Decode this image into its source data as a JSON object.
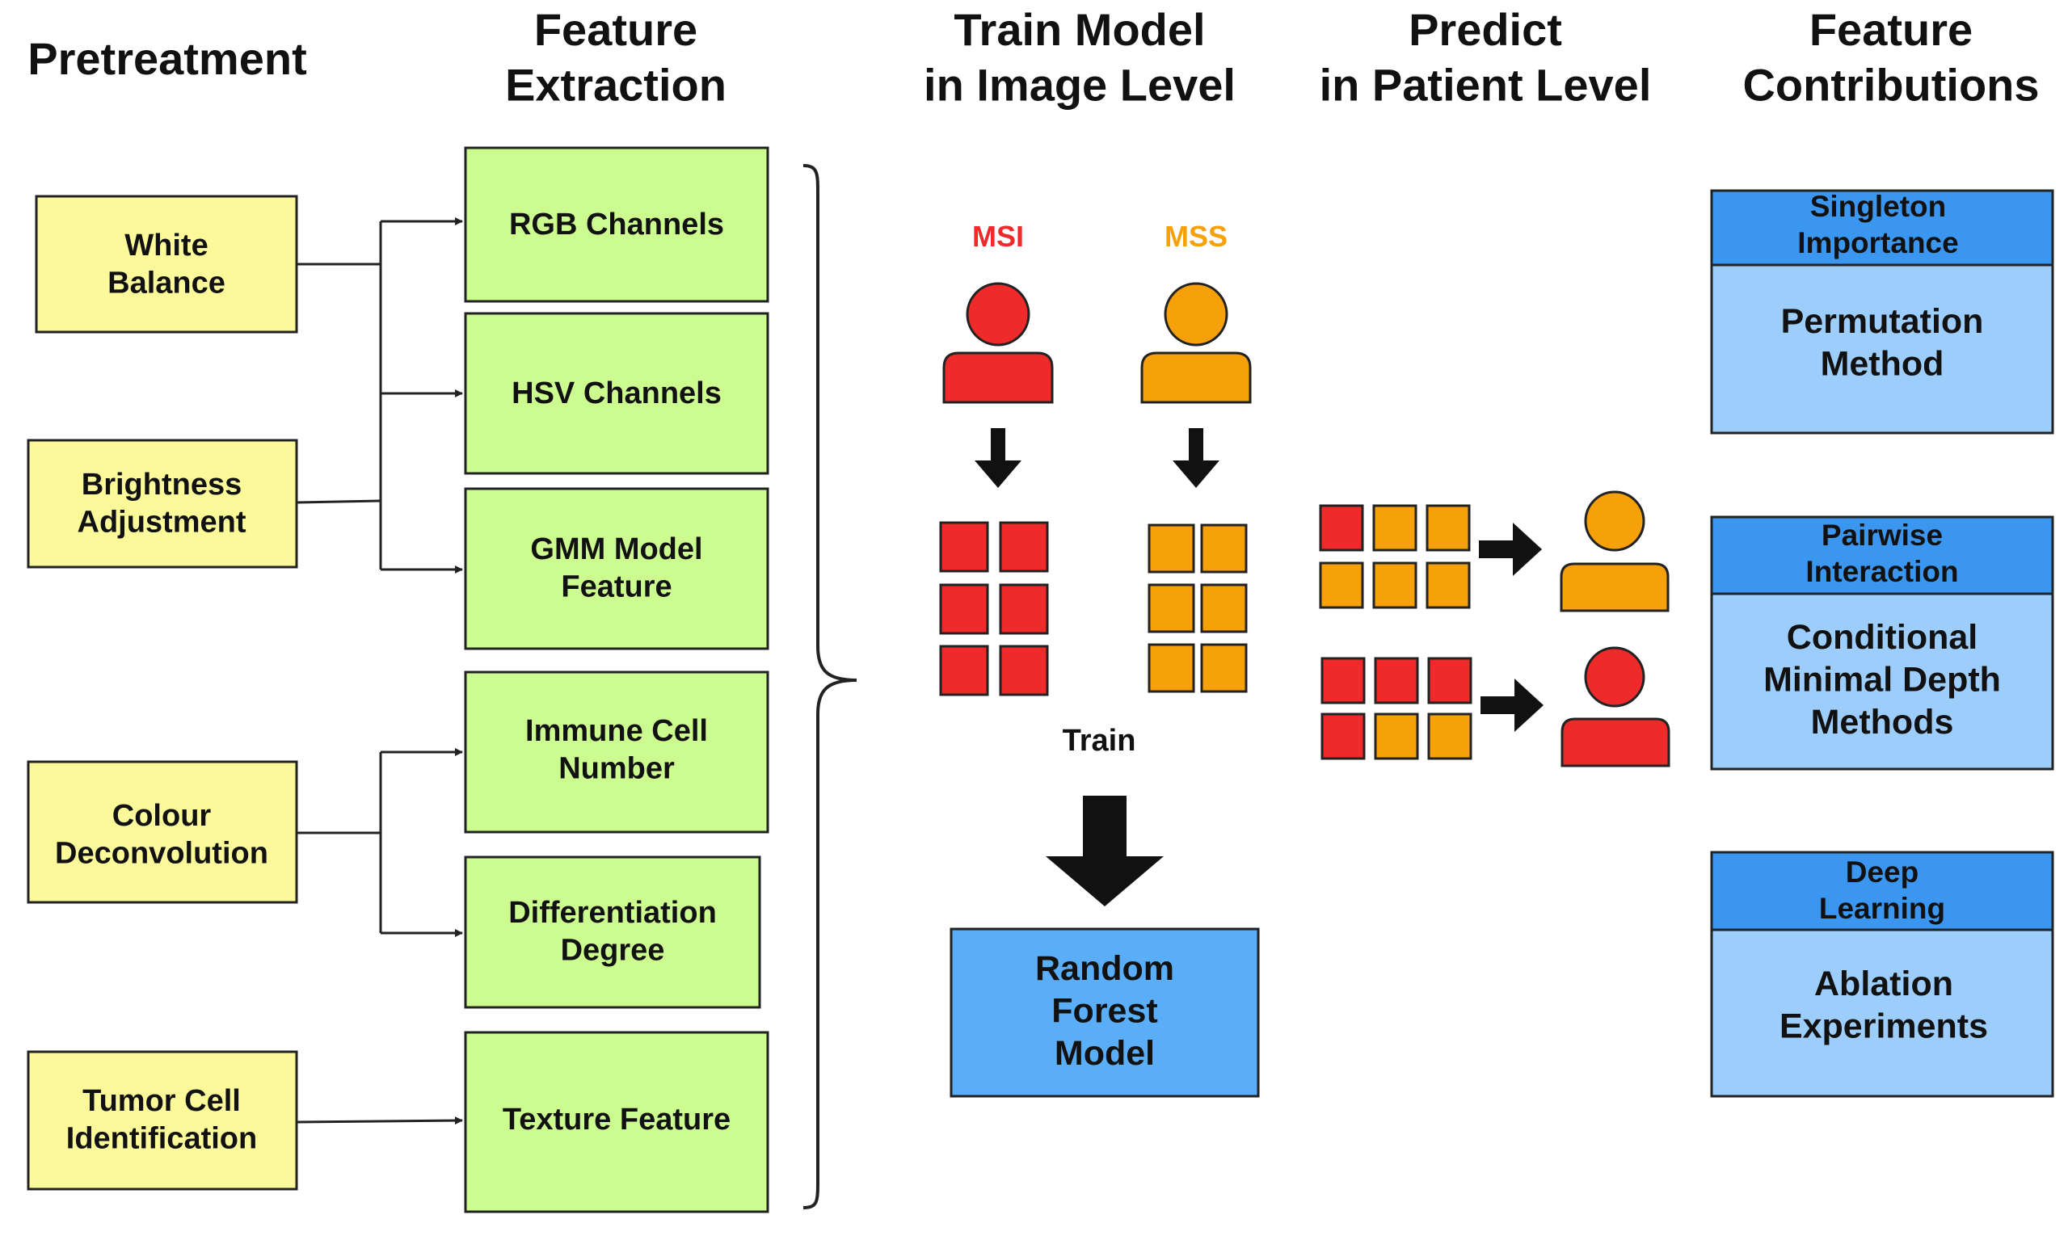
{
  "headers": {
    "pretreatment": [
      "Pretreatment"
    ],
    "feature_extraction": [
      "Feature",
      "Extraction"
    ],
    "train_model": [
      "Train Model",
      "in Image Level"
    ],
    "predict": [
      "Predict",
      "in Patient Level"
    ],
    "feature_contributions": [
      "Feature",
      "Contributions"
    ]
  },
  "pretreatment": {
    "white_balance": [
      "White",
      "Balance"
    ],
    "brightness": [
      "Brightness",
      "Adjustment"
    ],
    "colour_deconvolution": [
      "Colour",
      "Deconvolution"
    ],
    "tumor_cell": [
      "Tumor Cell",
      "Identification"
    ]
  },
  "features": {
    "rgb": [
      "RGB Channels"
    ],
    "hsv": [
      "HSV Channels"
    ],
    "gmm": [
      "GMM Model",
      "Feature"
    ],
    "immune": [
      "Immune Cell",
      "Number"
    ],
    "differentiation": [
      "Differentiation",
      "Degree"
    ],
    "texture": [
      "Texture Feature"
    ]
  },
  "train": {
    "msi_label": "MSI",
    "mss_label": "MSS",
    "train_label": "Train",
    "model": [
      "Random",
      "Forest",
      "Model"
    ]
  },
  "contributions": {
    "singleton": {
      "band": [
        "Singleton",
        "Importance"
      ],
      "body": [
        "Permutation",
        "Method"
      ]
    },
    "pairwise": {
      "band": [
        "Pairwise",
        "Interaction"
      ],
      "body": [
        "Conditional",
        "Minimal Depth",
        "Methods"
      ]
    },
    "deep": {
      "band": [
        "Deep",
        "Learning"
      ],
      "body": [
        "Ablation",
        "Experiments"
      ]
    }
  },
  "colors": {
    "msi": "#ee2a2a",
    "mss": "#f7a10a",
    "yellow_box": "#fbf99a",
    "green_box": "#ccfc8f",
    "blue_band": "#3b96ef",
    "light_blue": "#9dcdfa",
    "model_blue": "#5aaef7"
  }
}
